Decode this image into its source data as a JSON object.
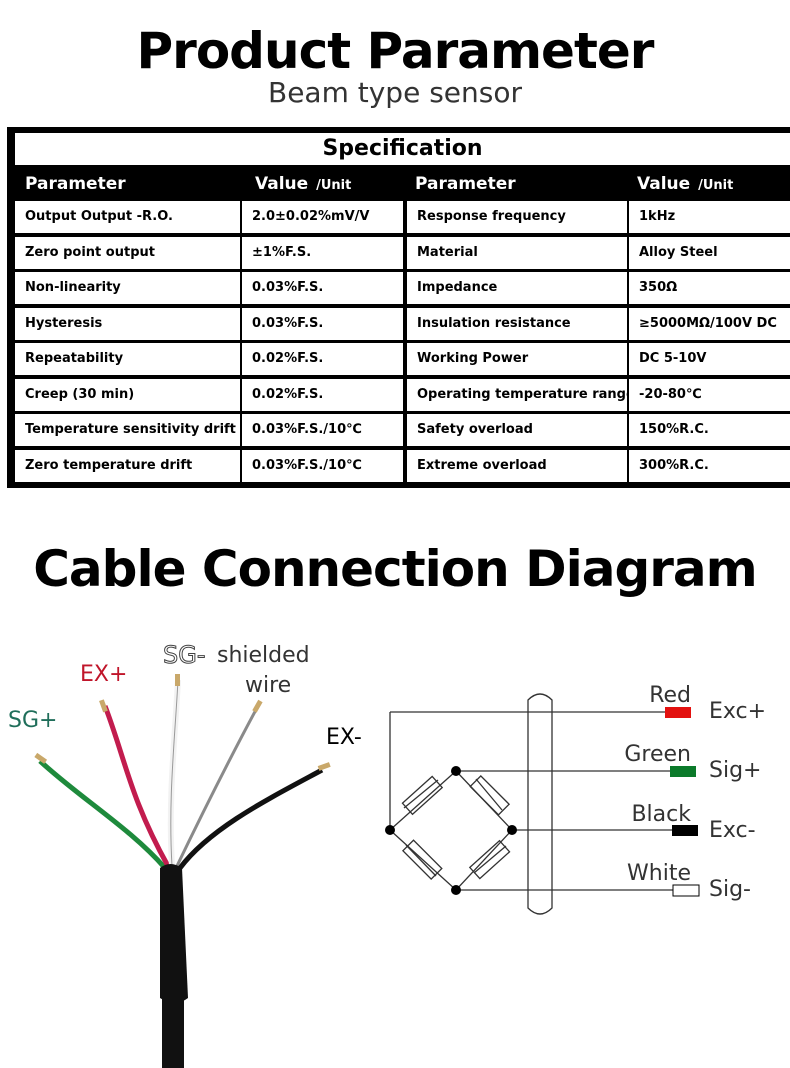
{
  "header": {
    "title": "Product Parameter",
    "subtitle": "Beam type sensor"
  },
  "spec": {
    "heading": "Specification",
    "col_param": "Parameter",
    "col_value": "Value",
    "col_unit": "/Unit",
    "left_rows": [
      {
        "param": "Output Output -R.O.",
        "value": "2.0±0.02%mV/V"
      },
      {
        "param": "Zero point output",
        "value": "±1%F.S."
      },
      {
        "param": "Non-linearity",
        "value": "0.03%F.S."
      },
      {
        "param": "Hysteresis",
        "value": "0.03%F.S."
      },
      {
        "param": "Repeatability",
        "value": "0.02%F.S."
      },
      {
        "param": "Creep (30 min)",
        "value": "0.02%F.S."
      },
      {
        "param": "Temperature sensitivity drift",
        "value": "0.03%F.S./10℃"
      },
      {
        "param": "Zero temperature drift",
        "value": "0.03%F.S./10℃"
      }
    ],
    "right_rows": [
      {
        "param": "Response frequency",
        "value": "1kHz"
      },
      {
        "param": "Material",
        "value": "Alloy Steel"
      },
      {
        "param": "Impedance",
        "value": "350Ω"
      },
      {
        "param": "Insulation resistance",
        "value": "≥5000MΩ/100V DC"
      },
      {
        "param": "Working Power",
        "value": "DC 5-10V"
      },
      {
        "param": "Operating temperature range",
        "value": "-20-80℃"
      },
      {
        "param": "Safety overload",
        "value": "150%R.C."
      },
      {
        "param": "Extreme overload",
        "value": "300%R.C."
      }
    ]
  },
  "cable": {
    "title": "Cable Connection Diagram",
    "wire_labels": {
      "sg_plus": "SG+",
      "ex_plus": "EX+",
      "sg_minus": "SG-",
      "shielded_1": "shielded",
      "shielded_2": "wire",
      "ex_minus": "EX-"
    },
    "schematic": [
      {
        "color_name": "Red",
        "signal": "Exc+",
        "swatch": "#e3110f"
      },
      {
        "color_name": "Green",
        "signal": "Sig+",
        "swatch": "#0b7a2a"
      },
      {
        "color_name": "Black",
        "signal": "Exc-",
        "swatch": "#000000"
      },
      {
        "color_name": "White",
        "signal": "Sig-",
        "swatch": "#ffffff"
      }
    ]
  },
  "colors": {
    "ex_plus": "#c0152a",
    "sg_plus": "#1f6e5a",
    "wire_red": "#c21c4e",
    "wire_green": "#1e8a3c"
  }
}
